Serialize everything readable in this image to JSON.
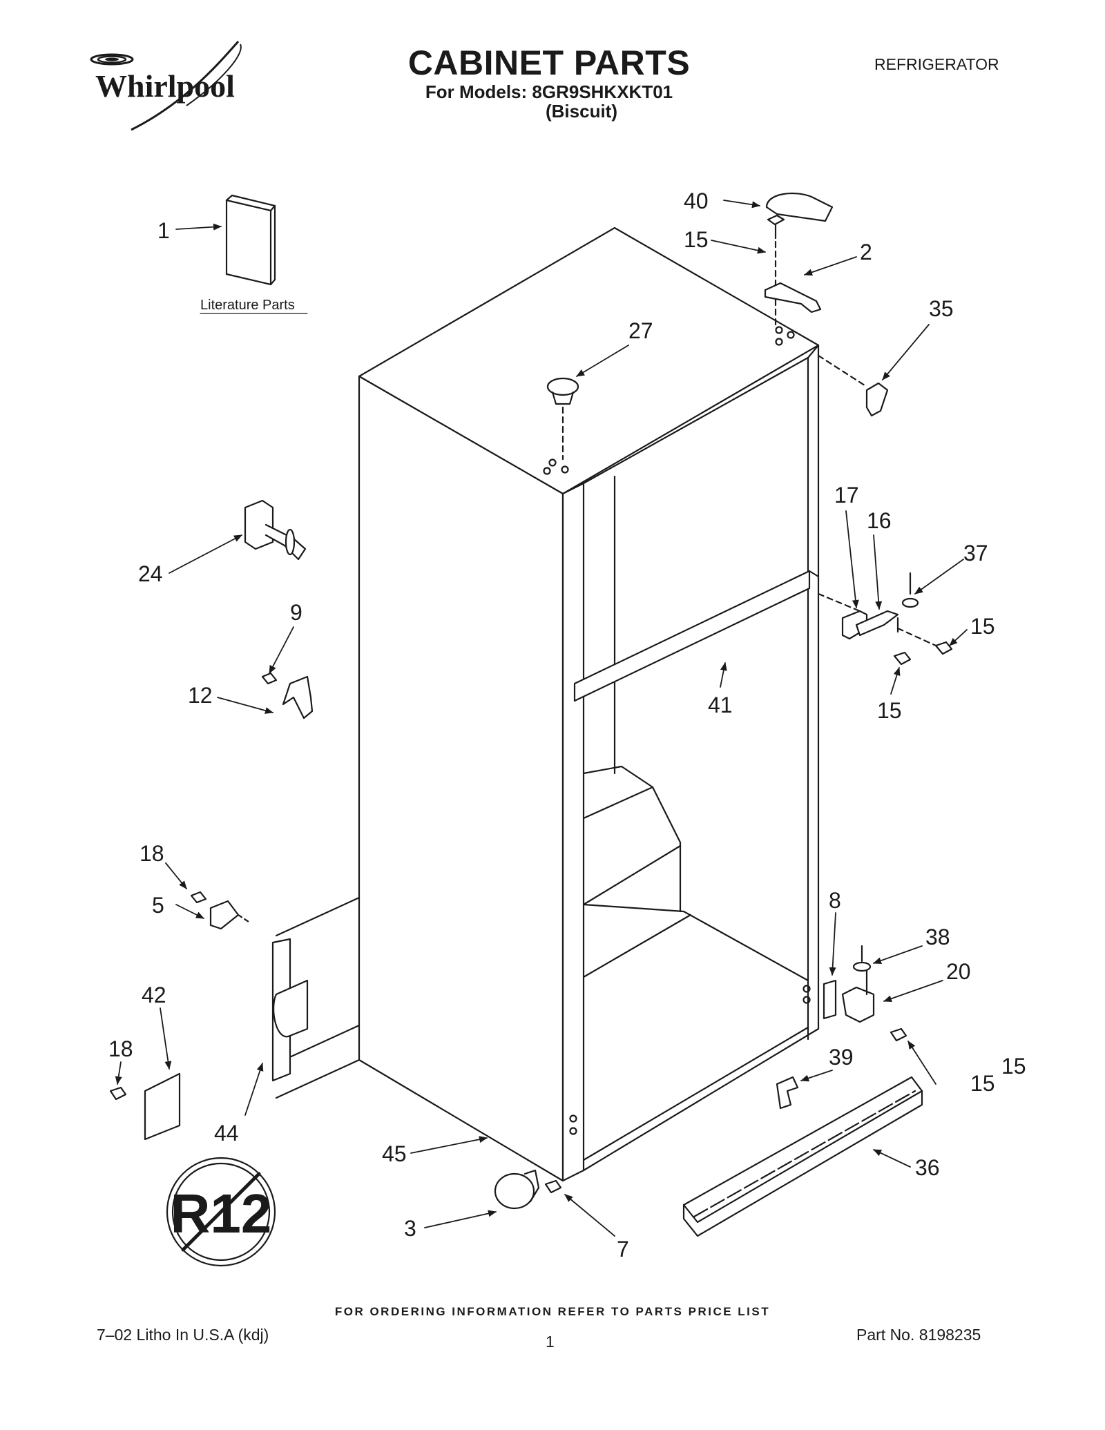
{
  "header": {
    "brand": "Whirlpool",
    "title": "CABINET PARTS",
    "models_line": "For Models: 8GR9SHKXKT01",
    "color": "(Biscuit)",
    "product": "REFRIGERATOR"
  },
  "diagram": {
    "literature_label": "Literature Parts",
    "r12_symbol": "R12",
    "callouts": [
      "1",
      "40",
      "15",
      "2",
      "35",
      "27",
      "24",
      "17",
      "16",
      "37",
      "15",
      "9",
      "12",
      "41",
      "15",
      "15",
      "18",
      "5",
      "8",
      "38",
      "20",
      "42",
      "39",
      "15",
      "18",
      "44",
      "45",
      "36",
      "3",
      "7"
    ]
  },
  "footer": {
    "ordering_note": "FOR ORDERING INFORMATION REFER TO PARTS PRICE LIST",
    "litho": "7–02 Litho In U.S.A (kdj)",
    "page": "1",
    "part_no": "Part No. 8198235"
  }
}
